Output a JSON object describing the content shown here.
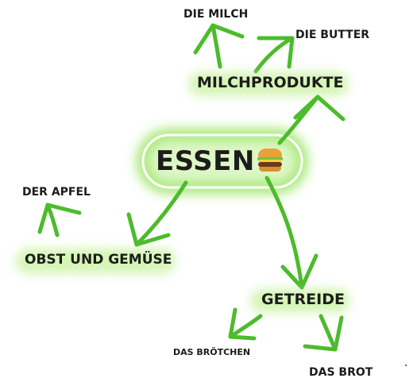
{
  "central": {
    "label": "ESSEN",
    "icon": "burger-icon"
  },
  "branches": {
    "milchprodukte": {
      "label": "MILCHPRODUKTE",
      "children": [
        "DIE MILCH",
        "DIE BUTTER"
      ]
    },
    "obst": {
      "label": "OBST UND GEMÜSE",
      "children": [
        "DER APFEL"
      ]
    },
    "getreide": {
      "label": "GETREIDE",
      "children": [
        "DAS BRÖTCHEN",
        "DAS BROT"
      ]
    }
  },
  "colors": {
    "arrow": "#4cbb2c",
    "glow": "#c8f2a2",
    "outline": "#ffffff",
    "text": "#1c1c1c"
  }
}
